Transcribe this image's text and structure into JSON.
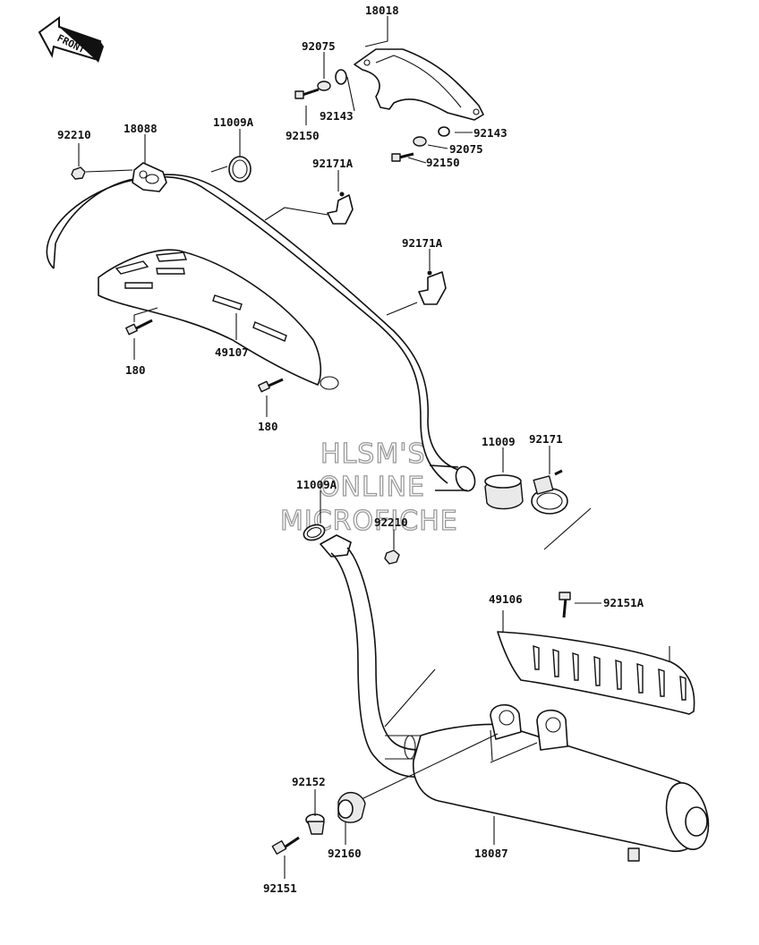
{
  "front_arrow": {
    "label": "FRONT"
  },
  "watermark": {
    "line1": "HLSM'S",
    "line2": "ONLINE",
    "line3": "MICROFICHE"
  },
  "parts": {
    "p18018": "18018",
    "p92075_a": "92075",
    "p92143_a": "92143",
    "p92150_a": "92150",
    "p92143_b": "92143",
    "p92075_b": "92075",
    "p92150_b": "92150",
    "p92210_a": "92210",
    "p18088": "18088",
    "p11009A_a": "11009A",
    "p92171A_a": "92171A",
    "p92171A_b": "92171A",
    "p180_a": "180",
    "p49107": "49107",
    "p180_b": "180",
    "p11009": "11009",
    "p92171": "92171",
    "p11009A_b": "11009A",
    "p92210_b": "92210",
    "p49106": "49106",
    "p92151A": "92151A",
    "p92152": "92152",
    "p92160": "92160",
    "p18087": "18087",
    "p92151": "92151"
  }
}
